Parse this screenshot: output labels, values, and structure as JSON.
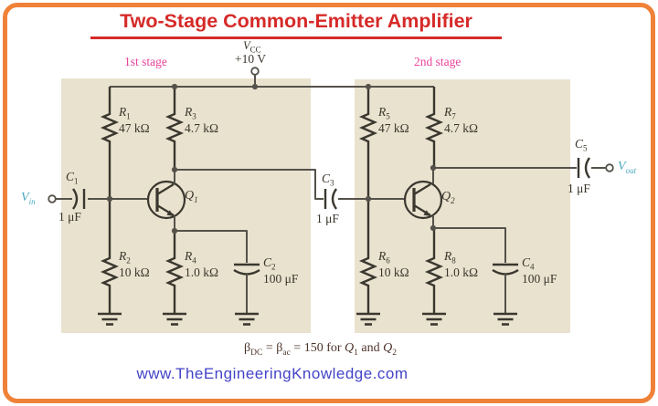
{
  "colors": {
    "border": "#ef8238",
    "title": "#d62a28",
    "stage": "#e8439b",
    "io": "#4aa8be",
    "link": "#4343c8",
    "ink": "#3a352c",
    "note": "#4d342a",
    "wire": "#55524b",
    "comp": "#3a372f",
    "beige": "#e9e2ce"
  },
  "header": {
    "title": "Two-Stage Common-Emitter Amplifier"
  },
  "stages": {
    "first": "1st stage",
    "second": "2nd stage"
  },
  "supply": {
    "sym": "V",
    "sub": "CC",
    "value": "+10 V"
  },
  "io": {
    "input": {
      "sym": "V",
      "sub": "in"
    },
    "output": {
      "sym": "V",
      "sub": "out"
    }
  },
  "components": {
    "r1": {
      "sym": "R",
      "sub": "1",
      "value": "47 kΩ"
    },
    "r2": {
      "sym": "R",
      "sub": "2",
      "value": "10 kΩ"
    },
    "r3": {
      "sym": "R",
      "sub": "3",
      "value": "4.7 kΩ"
    },
    "r4": {
      "sym": "R",
      "sub": "4",
      "value": "1.0 kΩ"
    },
    "r5": {
      "sym": "R",
      "sub": "5",
      "value": "47 kΩ"
    },
    "r6": {
      "sym": "R",
      "sub": "6",
      "value": "10 kΩ"
    },
    "r7": {
      "sym": "R",
      "sub": "7",
      "value": "4.7 kΩ"
    },
    "r8": {
      "sym": "R",
      "sub": "8",
      "value": "1.0 kΩ"
    },
    "c1": {
      "sym": "C",
      "sub": "1",
      "value": "1 μF"
    },
    "c2": {
      "sym": "C",
      "sub": "2",
      "value": "100 μF"
    },
    "c3": {
      "sym": "C",
      "sub": "3",
      "value": "1 μF"
    },
    "c4": {
      "sym": "C",
      "sub": "4",
      "value": "100 μF"
    },
    "c5": {
      "sym": "C",
      "sub": "5",
      "value": "1 μF"
    },
    "q1": {
      "sym": "Q",
      "sub": "1"
    },
    "q2": {
      "sym": "Q",
      "sub": "2"
    }
  },
  "note": {
    "parts": [
      {
        "t": "β"
      },
      {
        "t": "DC",
        "sub": true
      },
      {
        "t": " = β"
      },
      {
        "t": "ac",
        "sub": true
      },
      {
        "t": " = 150 for "
      },
      {
        "t": "Q",
        "i": true
      },
      {
        "t": "1",
        "sub": true
      },
      {
        "t": " and "
      },
      {
        "t": "Q",
        "i": true
      },
      {
        "t": "2",
        "sub": true
      }
    ]
  },
  "footer": {
    "website": "www.TheEngineeringKnowledge.com"
  }
}
